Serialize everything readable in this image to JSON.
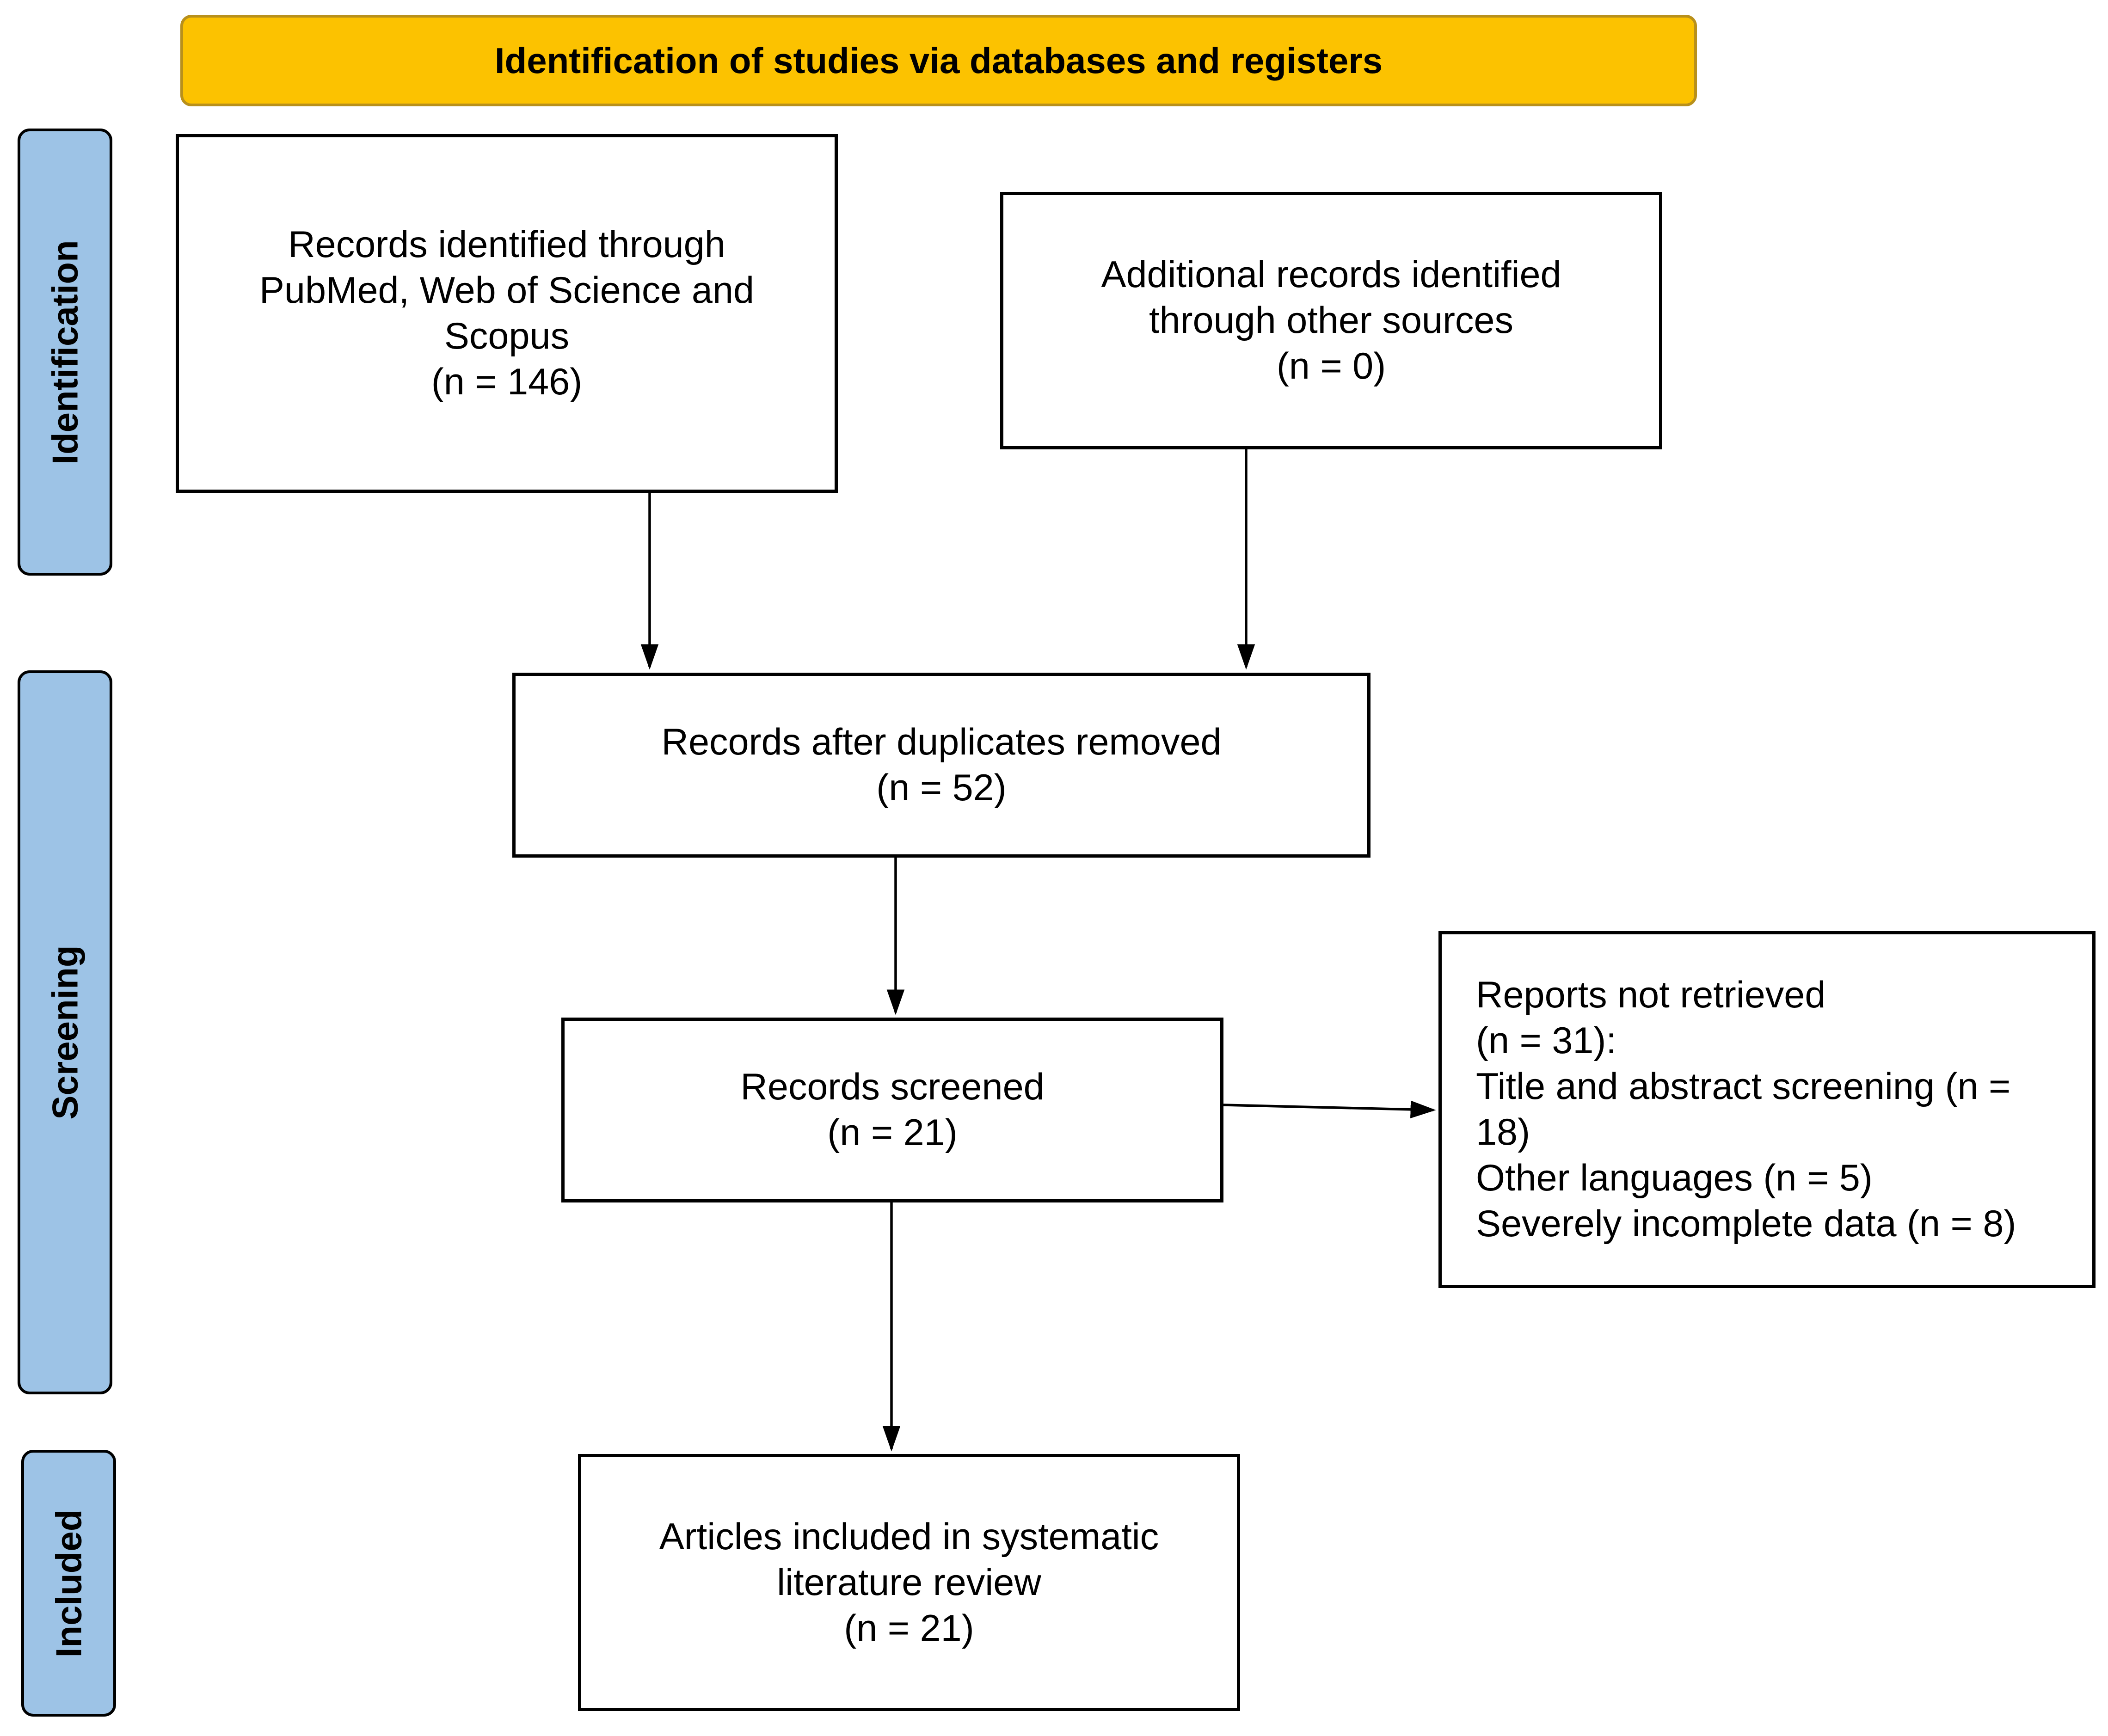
{
  "colors": {
    "banner_fill": "#fcc200",
    "banner_border": "#b8901c",
    "phase_fill": "#9dc3e6",
    "box_border": "#000000",
    "arrow": "#000000"
  },
  "header": {
    "title": "Identification of studies via databases and registers"
  },
  "phases": {
    "identification": "Identification",
    "screening": "Screening",
    "included": "Included"
  },
  "boxes": {
    "records_identified": {
      "lines": [
        "Records identified through",
        "PubMed, Web of Science and",
        "Scopus",
        "(n = 146)"
      ]
    },
    "additional_records": {
      "lines": [
        "Additional records identified",
        "through other sources",
        "(n = 0)"
      ]
    },
    "duplicates_removed": {
      "lines": [
        "Records after duplicates removed",
        "(n = 52)"
      ]
    },
    "records_screened": {
      "lines": [
        "Records screened",
        "(n = 21)"
      ]
    },
    "reports_not_retrieved": {
      "lines": [
        "Reports not retrieved",
        "(n = 31):",
        "Title and abstract screening (n =",
        "18)",
        "Other languages (n = 5)",
        "Severely incomplete data (n = 8)"
      ]
    },
    "articles_included": {
      "lines": [
        "Articles included in systematic",
        "literature review",
        "(n = 21)"
      ]
    }
  }
}
